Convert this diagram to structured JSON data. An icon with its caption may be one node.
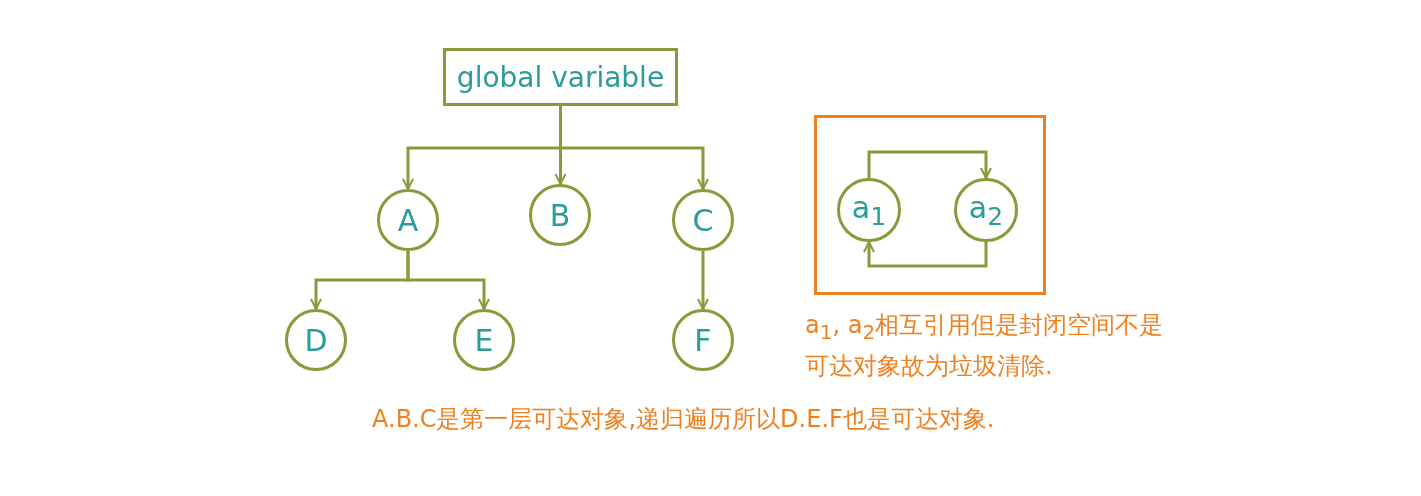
{
  "diagram": {
    "nodes": [
      {
        "text": [
          "global variable"
        ]
      },
      {
        "text": [
          "A"
        ]
      },
      {
        "text": [
          "B"
        ]
      },
      {
        "text": [
          "C"
        ]
      },
      {
        "text": [
          "D"
        ]
      },
      {
        "text": [
          "E"
        ]
      },
      {
        "text": [
          "F"
        ]
      },
      {
        "text": [],
        "shape": "box"
      },
      {
        "text": [
          "a$_{1}$"
        ],
        "in": 7
      },
      {
        "text": [
          "a$_{2}$"
        ],
        "in": 7
      }
    ],
    "edges": [
      {
        "from": 0,
        "to": 1,
        "arrow": "to"
      },
      {
        "from": 0,
        "to": 2,
        "arrow": "to"
      },
      {
        "from": 0,
        "to": 3,
        "arrow": "to"
      },
      {
        "from": 1,
        "to": 4,
        "arrow": "to"
      },
      {
        "from": 1,
        "to": 5,
        "arrow": "to"
      },
      {
        "from": 3,
        "to": 6,
        "arrow": "to"
      },
      {
        "from": 8,
        "to": 9,
        "arrow": "to"
      },
      {
        "from": 9,
        "to": 8,
        "arrow": "to"
      }
    ],
    "labels": [
      "a$_{1}$, a$_{2}$相互引用但是封闭空间不是可达对象故为垃圾清除.",
      "A.B.C是第一层可达对象,递归遍历所以D.E.F也是可达对象."
    ]
  }
}
